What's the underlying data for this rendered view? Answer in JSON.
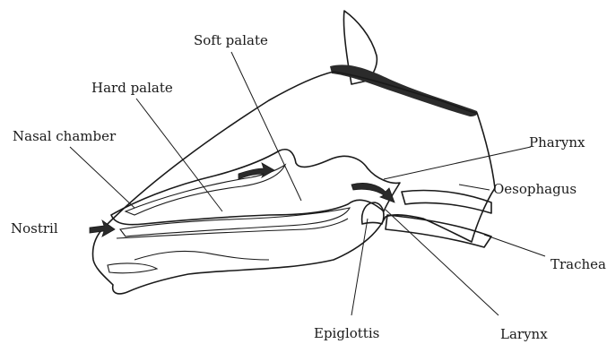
{
  "labels": {
    "soft_palate": "Soft palate",
    "hard_palate": "Hard palate",
    "nasal_chamber": "Nasal chamber",
    "nostril": "Nostril",
    "pharynx": "Pharynx",
    "oesophagus": "Oesophagus",
    "trachea": "Trachea",
    "epiglottis": "Epiglottis",
    "larynx": "Larynx"
  },
  "colors": {
    "ink": "#1a1a1a",
    "mane": "#2b2b2b",
    "background": "#ffffff"
  },
  "icons": [
    "air-flow-arrow",
    "stipple-fill"
  ]
}
